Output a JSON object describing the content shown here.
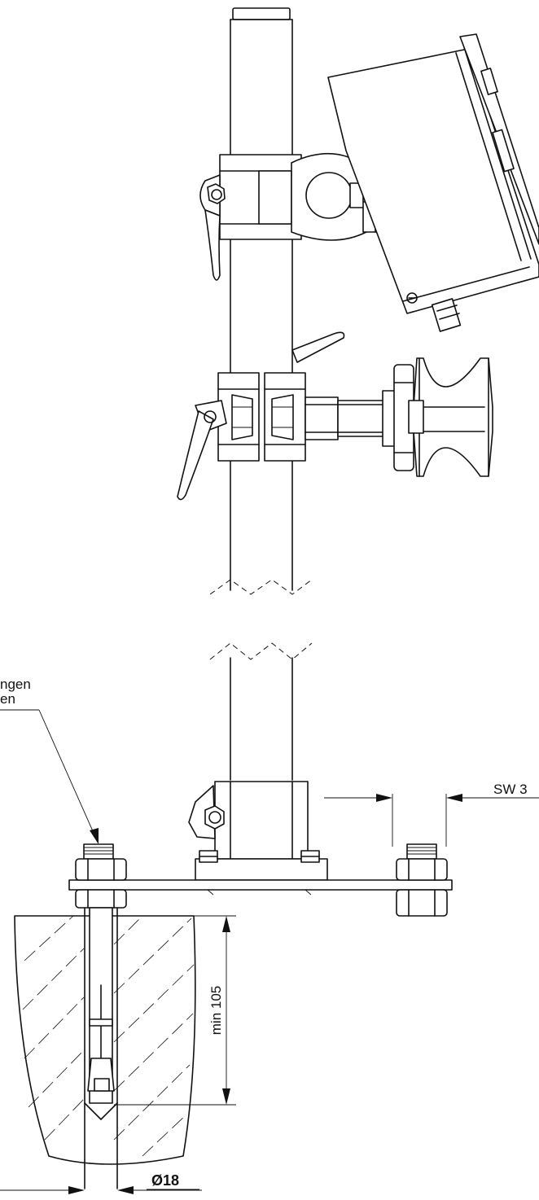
{
  "labels": {
    "callout_line1": "ngen",
    "callout_line2": "en",
    "wrench_size": "SW 3",
    "anchor_depth": "min 105",
    "drill_diameter": "Ø18"
  }
}
